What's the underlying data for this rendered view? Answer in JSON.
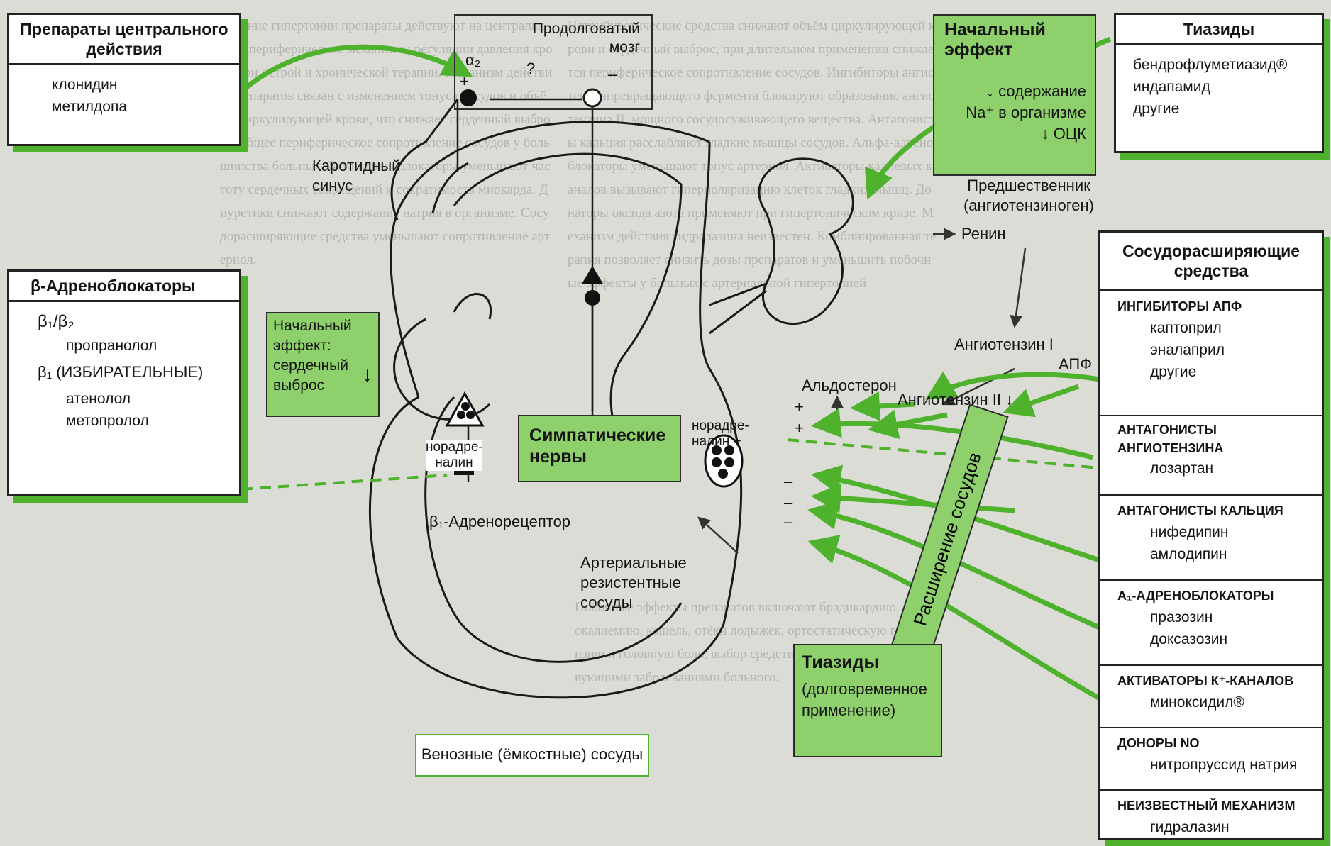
{
  "central_drugs": {
    "title": "Препараты центрального действия",
    "items": [
      "клонидин",
      "метилдопа"
    ]
  },
  "medulla": {
    "title": "Продолговатый мозг",
    "alpha2": "α₂",
    "question": "?",
    "plus": "+",
    "minus": "–"
  },
  "beta_blockers": {
    "title": "β-Адреноблокаторы",
    "groups": [
      {
        "subtype": "β₁/β₂",
        "items": [
          "пропранолол"
        ]
      },
      {
        "subtype": "β₁ (ИЗБИРАТЕЛЬНЫЕ)",
        "items": [
          "атенолол",
          "метопролол"
        ]
      }
    ]
  },
  "initial_effect_heart": {
    "text": "Начальный эффект: сердечный выброс",
    "arrow": "↓"
  },
  "initial_effect_renal": {
    "title": "Начальный эффект",
    "lines": [
      "↓ содержание",
      "Na⁺ в организме",
      "↓ ОЦК"
    ]
  },
  "thiazides_top": {
    "title": "Тиазиды",
    "items": [
      "бендрофлуметиазид®",
      "индапамид",
      "другие"
    ]
  },
  "vasodilators": {
    "title": "Сосудорасширяющие средства",
    "sections": [
      {
        "title": "ИНГИБИТОРЫ АПФ",
        "items": [
          "каптоприл",
          "эналаприл",
          "другие"
        ]
      },
      {
        "title": "АНТАГОНИСТЫ АНГИОТЕНЗИНА",
        "items": [
          "лозартан"
        ]
      },
      {
        "title": "АНТАГОНИСТЫ КАЛЬЦИЯ",
        "items": [
          "нифедипин",
          "амлодипин"
        ]
      },
      {
        "title": "α₁-АДРЕНОБЛОКАТОРЫ",
        "items": [
          "празозин",
          "доксазозин"
        ]
      },
      {
        "title": "АКТИВАТОРЫ К⁺-КАНАЛОВ",
        "items": [
          "миноксидил®"
        ]
      },
      {
        "title": "ДОНОРЫ NO",
        "items": [
          "нитропруссид натрия"
        ]
      },
      {
        "title": "НЕИЗВЕСТНЫЙ МЕХАНИЗМ",
        "items": [
          "гидралазин"
        ]
      }
    ]
  },
  "thiazides_long": {
    "title": "Тиазиды",
    "subtitle": "(долговременное применение)"
  },
  "sympathetic": {
    "title": "Симпатические нервы"
  },
  "venous": {
    "title": "Венозные (ёмкостные) сосуды"
  },
  "vasodilation": {
    "label": "Расширение сосудов"
  },
  "labels": {
    "carotid": "Каротидный синус",
    "noradrenaline_heart": "норадре-налин",
    "noradrenaline_vessel": "норадре-налин +",
    "beta1_receptor": "β₁-Адренорецептор",
    "arterial": "Артериальные резистентные сосуды",
    "precursor": "Предшественник (ангиотензиноген)",
    "renin": "Ренин",
    "angiotensin1": "Ангиотензин I",
    "ace": "АПФ",
    "aldosterone": "Альдостерон",
    "angiotensin2": "Ангиотензин II ↓",
    "plus": "+",
    "minus": "–"
  },
  "colors": {
    "accent_green": "#4fb22d",
    "light_green": "#8ed06b",
    "background": "#dcdcd6"
  }
}
